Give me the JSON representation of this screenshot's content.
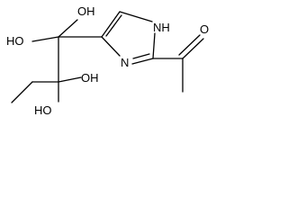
{
  "structure": {
    "labels": {
      "oh_top": "OH",
      "ho_left": "HO",
      "oh_mid": "OH",
      "ho_bottom": "HO",
      "nh": "NH",
      "n": "N",
      "o": "O"
    }
  },
  "colors": {
    "bond": "#000000",
    "background": "#ffffff"
  }
}
